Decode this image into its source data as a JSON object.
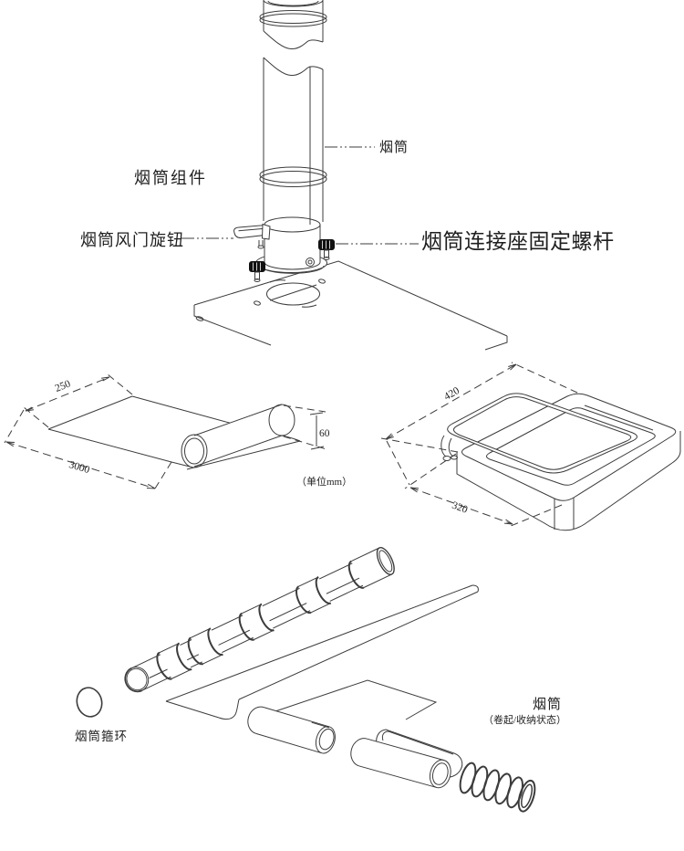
{
  "labels": {
    "assembly": "烟筒组件",
    "pipe": "烟筒",
    "damper_knob": "烟筒风门旋钮",
    "connector_screw": "烟筒连接座固定螺杆",
    "hoop_ring": "烟筒箍环",
    "rolled_title": "烟筒",
    "rolled_subtitle": "（卷起/收纳状态）"
  },
  "dimensions": {
    "sheet_width": "250",
    "sheet_length": "3000",
    "sheet_height": "60",
    "unit_note": "（单位mm）",
    "tray_width": "420",
    "tray_depth": "320"
  },
  "style": {
    "line_color": "#3c3c3c",
    "text_color": "#1f1f1f",
    "background": "#ffffff"
  }
}
